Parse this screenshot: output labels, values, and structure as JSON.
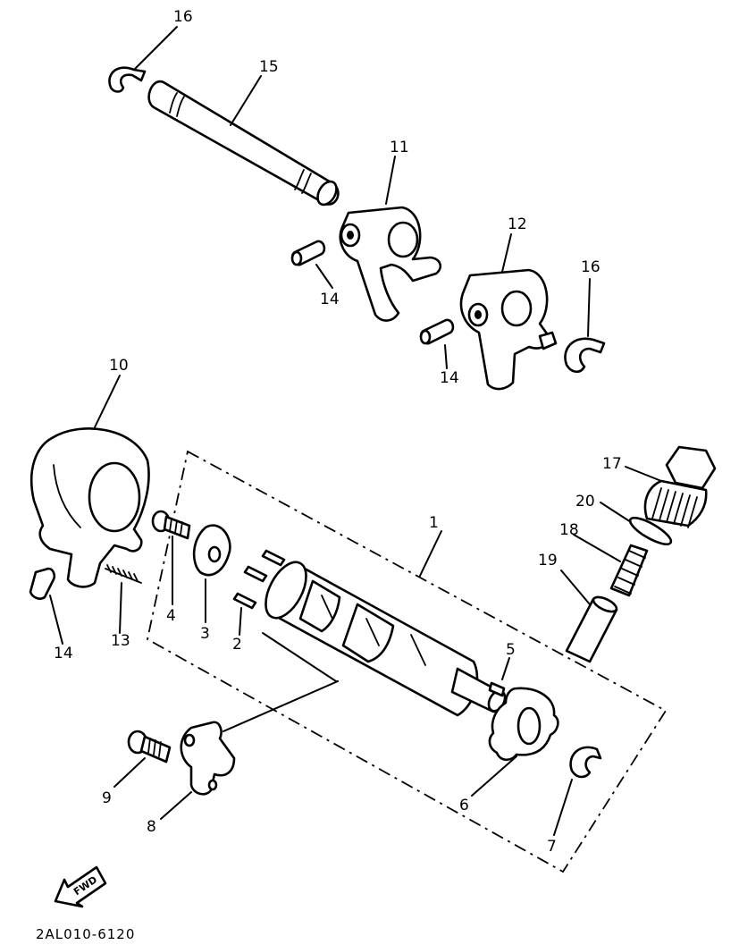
{
  "labels": {
    "p1": "1",
    "p2": "2",
    "p3": "3",
    "p4": "4",
    "p5": "5",
    "p6": "6",
    "p7": "7",
    "p8": "8",
    "p9": "9",
    "p10": "10",
    "p11": "11",
    "p12": "12",
    "p13": "13",
    "p14a": "14",
    "p14b": "14",
    "p14c": "14",
    "p15": "15",
    "p16a": "16",
    "p16b": "16",
    "p17": "17",
    "p18": "18",
    "p19": "19",
    "p20": "20"
  },
  "fwd_label": "FWD",
  "drawing_code": "2AL010-6120"
}
